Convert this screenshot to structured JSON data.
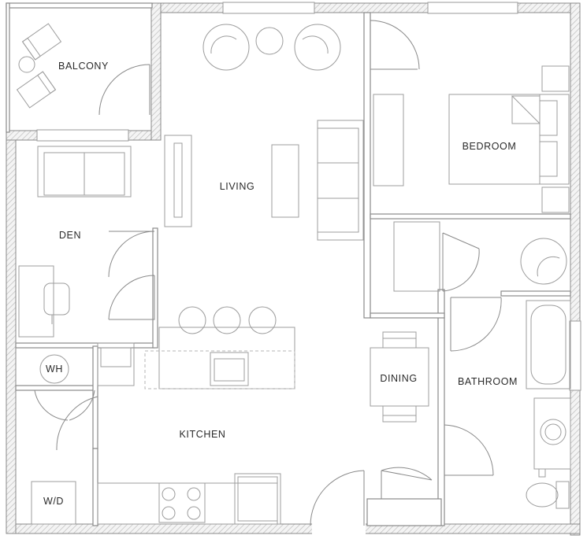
{
  "rooms": {
    "balcony": "BALCONY",
    "living": "LIVING",
    "bedroom": "BEDROOM",
    "den": "DEN",
    "dining": "DINING",
    "bathroom": "BATHROOM",
    "kitchen": "KITCHEN",
    "water_heater": "WH",
    "washer_dryer": "W/D"
  },
  "colors": {
    "wall_stroke": "#8a8a8a",
    "fixture_stroke": "#9c9c9c",
    "label_text": "#2a2a2a",
    "background": "#ffffff"
  }
}
